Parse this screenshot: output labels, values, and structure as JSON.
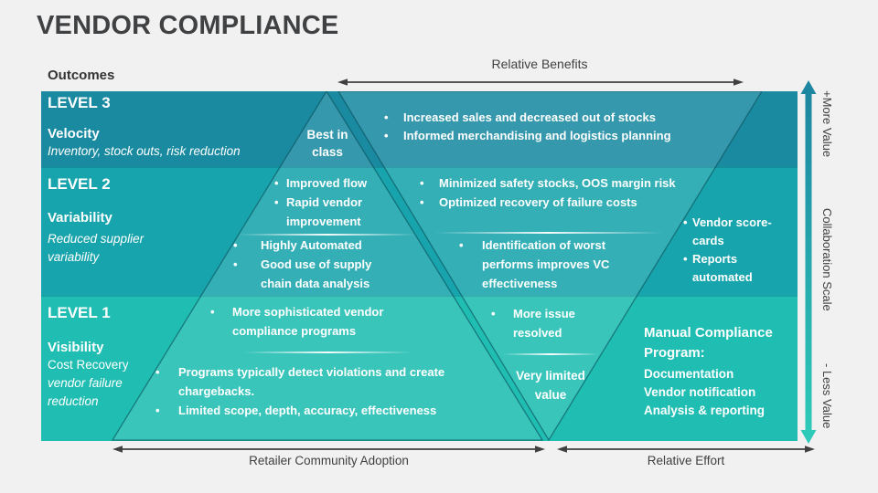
{
  "title": "VENDOR COMPLIANCE",
  "outcomes_label": "Outcomes",
  "axis": {
    "top": "Relative Benefits",
    "bottom_left": "Retailer Community Adoption",
    "bottom_right": "Relative Effort"
  },
  "scale": {
    "plus": "+More Value",
    "mid": "Collaboration Scale",
    "minus": "- Less Value"
  },
  "levels": {
    "l3": {
      "label": "LEVEL 3",
      "name": "Velocity",
      "sub": "Inventory, stock outs, risk reduction"
    },
    "l2": {
      "label": "LEVEL 2",
      "name": "Variability",
      "sub": "Reduced supplier variability"
    },
    "l1": {
      "label": "LEVEL 1",
      "name": "Visibility",
      "sub1": "Cost Recovery",
      "sub2": "vendor failure reduction"
    }
  },
  "pyramid": {
    "peak": "Best in class",
    "l2_upper": [
      "Improved flow",
      "Rapid vendor improvement"
    ],
    "l2_lower": [
      "Highly Automated",
      "Good use of supply chain data analysis"
    ],
    "l1_upper": [
      "More sophisticated vendor compliance programs"
    ],
    "l1_lower": [
      "Programs typically detect violations and create chargebacks.",
      "Limited scope, depth, accuracy, effectiveness"
    ]
  },
  "funnel": {
    "l3": [
      "Increased sales and decreased out of stocks",
      "Informed merchandising and logistics planning"
    ],
    "l2_upper": [
      "Minimized safety stocks, OOS margin risk",
      "Optimized recovery of failure costs"
    ],
    "l2_lower": [
      "Identification of worst performs improves VC effectiveness"
    ],
    "l1_upper": [
      "More issue resolved"
    ],
    "l1_bottom": "Very limited value"
  },
  "side_notes": {
    "l2": [
      "Vendor score-cards",
      "Reports automated"
    ],
    "l1_title": "Manual Compliance Program:",
    "l1_items": [
      "Documentation",
      "Vendor notification",
      "Analysis & reporting"
    ]
  },
  "colors": {
    "band_l3": "#1a8aa1",
    "band_l2": "#18a4ac",
    "band_l1": "#1fbdb2",
    "scale_gradient_top": "#1d86a0",
    "scale_gradient_bottom": "#2ec9b8",
    "axis_text": "#404040",
    "content_text": "#ffffff"
  }
}
